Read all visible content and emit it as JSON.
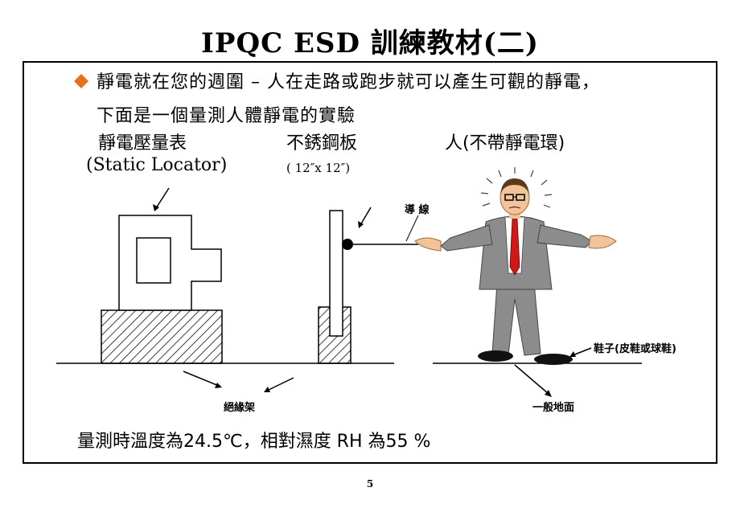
{
  "title": "IPQC  ESD  訓練教材(二)",
  "bullet_line1": "靜電就在您的週圍 – 人在走路或跑步就可以產生可觀的靜電，",
  "bullet_line2": "下面是一個量測人體靜電的實驗",
  "labels": {
    "meter": "靜電壓量表",
    "meter_en": "(Static Locator)",
    "plate": "不銹鋼板",
    "plate_size": "( 12″x 12″)",
    "person": "人(不帶靜電環)",
    "wire": "導 線",
    "shoes": "鞋子(皮鞋或球鞋)",
    "insulated_rack": "絕緣架",
    "floor": "一般地面"
  },
  "measurement": "量測時溫度為24.5℃，相對濕度 RH 為55 %",
  "page_number": "5",
  "colors": {
    "bullet": "#E8701A",
    "tie": "#D01818",
    "suit": "#8C8C8C"
  },
  "icons": [
    "diamond-bullet-icon",
    "person-figure-icon"
  ]
}
